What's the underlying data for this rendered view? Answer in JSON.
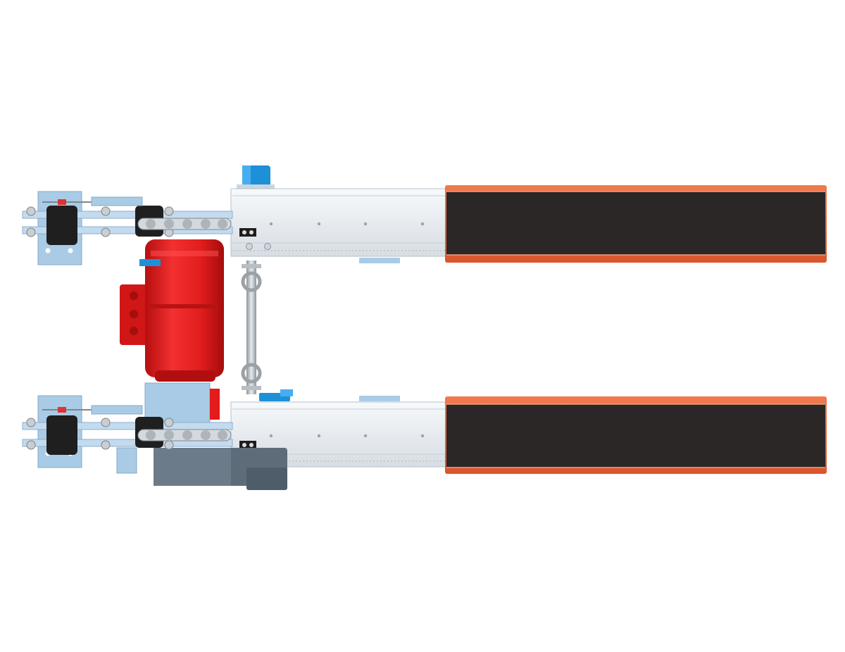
{
  "scene": {
    "subject": "",
    "colors": {
      "background": "#ffffff",
      "belt": "#2a2726",
      "belt_edge": "#e8623a",
      "rail": "#e9eef2",
      "bracket": "#a9cbe6",
      "motor": "#e31b1b",
      "gearbox": "#5e6c7a",
      "sensor": "#1e90d8"
    },
    "icons": [
      "drive-motor",
      "gearbox",
      "chain-drive",
      "conveyor-belt",
      "drive-shaft",
      "proximity-sensor"
    ]
  }
}
